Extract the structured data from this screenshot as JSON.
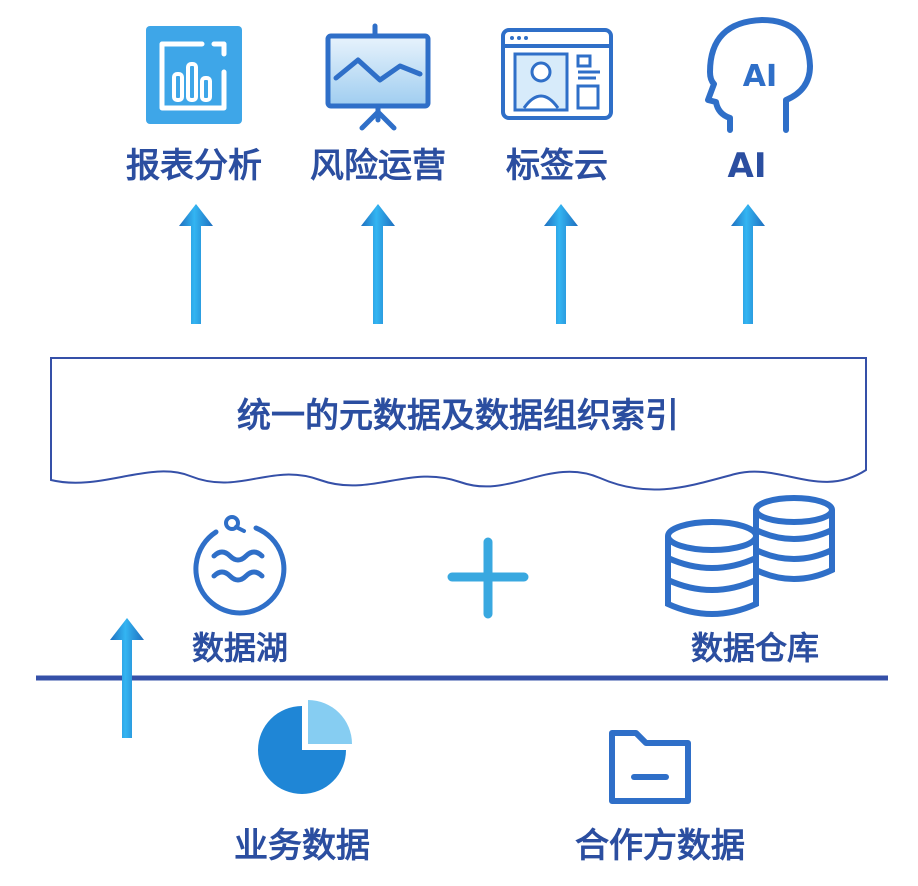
{
  "top_items": [
    {
      "label": "报表分析",
      "icon": "bar-chart-icon"
    },
    {
      "label": "风险运营",
      "icon": "presentation-board-icon"
    },
    {
      "label": "标签云",
      "icon": "user-profile-card-icon"
    },
    {
      "label": "AI",
      "icon": "ai-head-icon",
      "icon_text": "AI"
    }
  ],
  "index_layer": {
    "label": "统一的元数据及数据组织索引"
  },
  "storage": {
    "data_lake": {
      "label": "数据湖",
      "icon": "water-circle-icon"
    },
    "plus": {
      "icon": "plus-icon"
    },
    "data_warehouse": {
      "label": "数据仓库",
      "icon": "database-stack-icon"
    }
  },
  "sources": [
    {
      "label": "业务数据",
      "icon": "pie-chart-icon"
    },
    {
      "label": "合作方数据",
      "icon": "folder-icon"
    }
  ],
  "colors": {
    "text": "#2b4ea0",
    "icon_blue": "#2f6fc8",
    "tile_blue": "#3ea6e8",
    "arrow_light": "#33b5f2",
    "arrow_dark": "#1f6fbf",
    "line": "#3550a8",
    "plus": "#39a8e0",
    "pie_dark": "#1f86d6",
    "pie_light": "#86cdf2"
  }
}
